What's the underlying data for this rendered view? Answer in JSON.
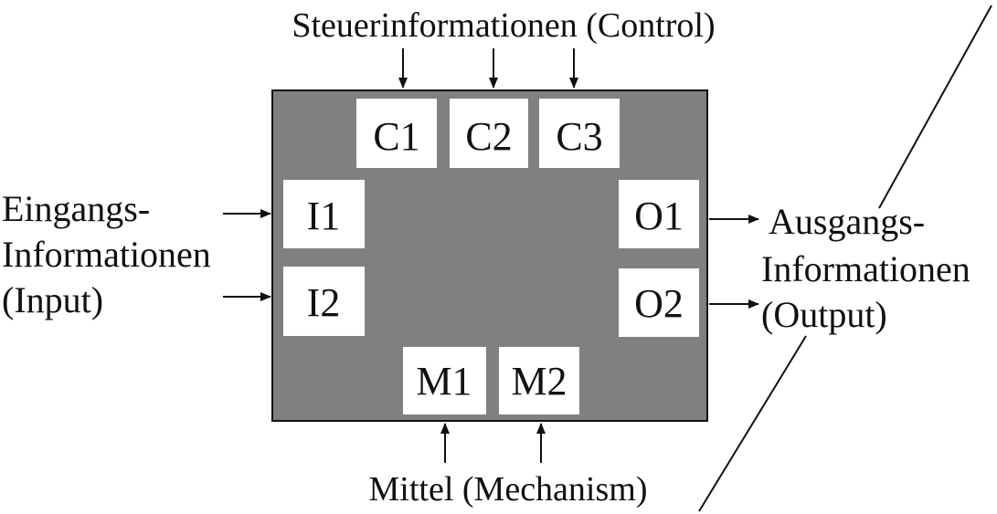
{
  "diagram": {
    "control_label": "Steuerinformationen (Control)",
    "mechanism_label": "Mittel (Mechanism)",
    "input_label": {
      "line1": "Eingangs-",
      "line2": "Informationen",
      "line3": "(Input)"
    },
    "output_label": {
      "line1": "Ausgangs-",
      "line2": "Informationen",
      "line3": "(Output)"
    },
    "ports": {
      "controls": [
        "C1",
        "C2",
        "C3"
      ],
      "inputs": [
        "I1",
        "I2"
      ],
      "outputs": [
        "O1",
        "O2"
      ],
      "mechanisms": [
        "M1",
        "M2"
      ]
    },
    "colors": {
      "box_fill": "#808080",
      "port_fill": "#ffffff",
      "line": "#111111"
    }
  }
}
